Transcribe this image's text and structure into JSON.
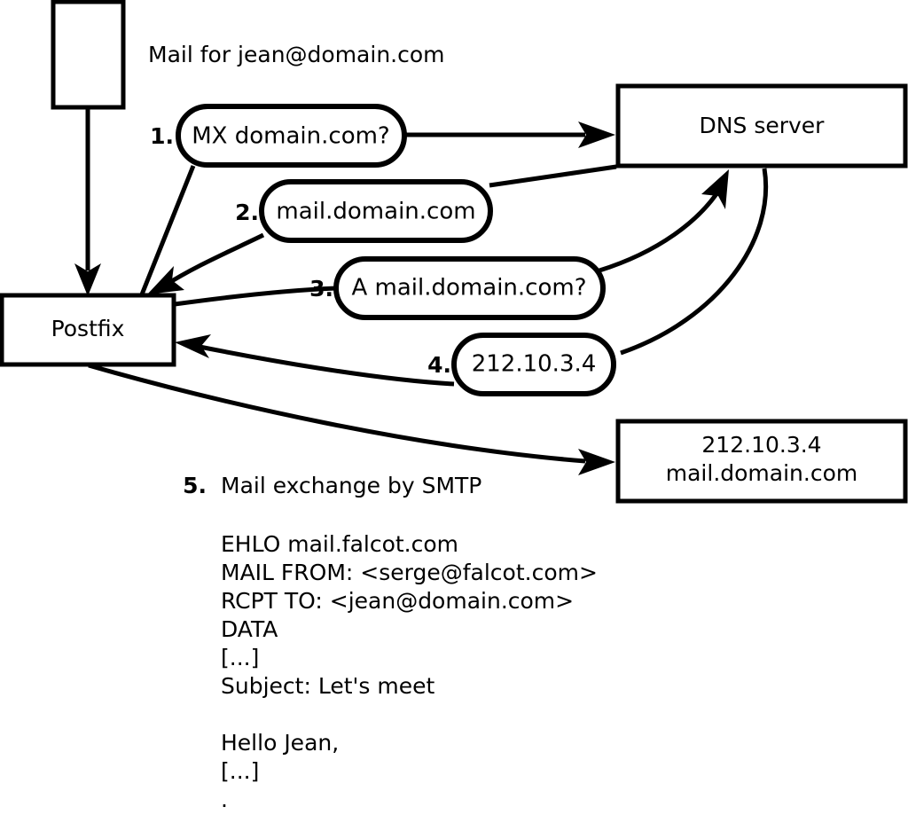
{
  "diagram": {
    "title": "Mail for jean@domain.com",
    "nodes": [
      {
        "id": "sender",
        "label": ""
      },
      {
        "id": "postfix",
        "label": "Postfix"
      },
      {
        "id": "dns",
        "label": "DNS server"
      },
      {
        "id": "mailserver",
        "label_line1": "212.10.3.4",
        "label_line2": "mail.domain.com"
      }
    ],
    "steps": [
      {
        "num": "1.",
        "label": "MX domain.com?"
      },
      {
        "num": "2.",
        "label": "mail.domain.com"
      },
      {
        "num": "3.",
        "label": "A mail.domain.com?"
      },
      {
        "num": "4.",
        "label": "212.10.3.4"
      }
    ],
    "step5": {
      "num": "5.",
      "label": "Mail exchange by SMTP"
    },
    "smtp_transcript": [
      "EHLO mail.falcot.com",
      "MAIL FROM: <serge@falcot.com>",
      "RCPT TO: <jean@domain.com>",
      "DATA",
      "[...]",
      "Subject: Let's meet",
      "",
      "Hello Jean,",
      "[...]",
      "."
    ],
    "colors": {
      "stroke": "#000000",
      "fill": "#ffffff",
      "background": "#ffffff"
    }
  }
}
